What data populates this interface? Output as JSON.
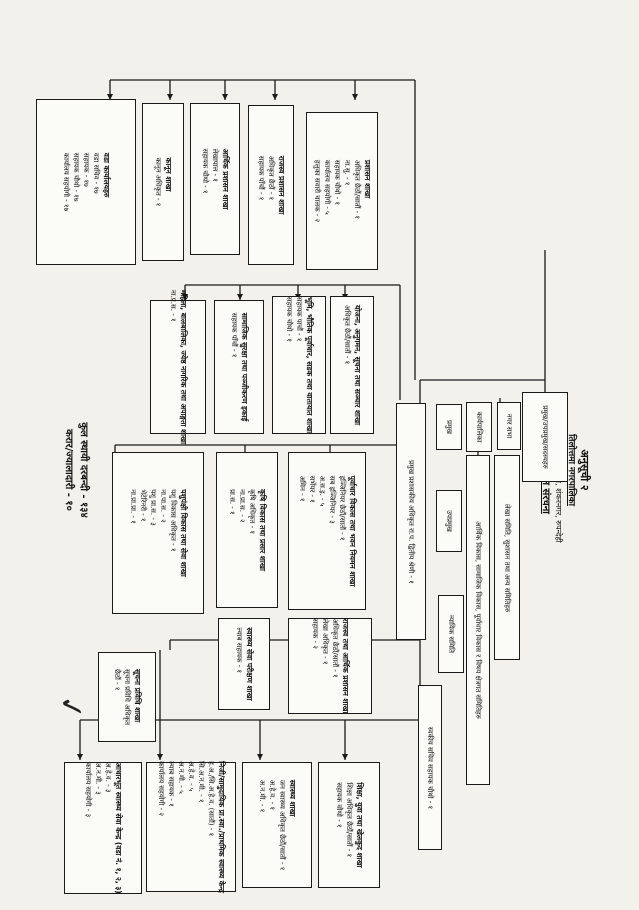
{
  "header": {
    "annex": "अनुसूची २",
    "municipality": "तिलोत्तमा नगरपालिका",
    "office": "नगर कार्यपालिकाको कार्यालय, शंकरनगर, रुपन्देही",
    "org_structure": "प्रस्तावित संगठन संरचना"
  },
  "top": {
    "mayor": "प्रमुख/उपप्रमुख/सदस्यहरु",
    "council": "नगर सभा",
    "executive": "कार्यपालिका",
    "chief": "प्रमुख",
    "deputy": "उपप्रमुख",
    "cao": "प्रमुख प्रशासकीय अधिकृत रा.प. द्वितीय श्रेणी - १",
    "committees": "लेखा समिति, सुशासन तथा अन्य समितिहरु",
    "econ": "आर्थिक विकास, सामाजिक विकास, पूर्वाधार विकास र विषय क्षेत्रगत समितिहरु",
    "judicial": "न्यायिक समिति",
    "secretariat": "स्वकीय सचिव सहायक चौथो - १"
  },
  "branches": [
    {
      "title": "योजना, अनुगमन, सूचना तथा सञ्चार शाखा",
      "lines": [
        "अधिकृत छैठौं/सातौं - १"
      ]
    },
    {
      "title": "भूमि, भौतिक पूर्वाधार, सडक तथा यातायात शाखा",
      "lines": [
        "सहायक पाचौं - १",
        "सहायक चौथो - १"
      ]
    },
    {
      "title": "सामाजिक सुरक्षा तथा पञ्जीकरण इकाई",
      "lines": [
        "सहायक पाँचौं - १"
      ]
    },
    {
      "title": "महिला, बालबालिका, ज्येष्ठ नागरिक तथा अपाङ्गता शाखा",
      "lines": [
        "ना.प्र.स. - १"
      ]
    }
  ],
  "upper_sections": [
    {
      "title": "प्रशासन शाखा",
      "lines": [
        "अधिकृत छैठौं/सातौं - १",
        "ना.सु. - १",
        "सहायक चौथो - १",
        "कार्यालय सहयोगी - ५",
        "हलुका सवारी चालक - २"
      ]
    },
    {
      "title": "राजस्व प्रशासन शाखा",
      "lines": [
        "अधिकृत छैठौं - १",
        "सहायक पाँचौं - १"
      ]
    },
    {
      "title": "आर्थिक प्रशासन शाखा",
      "lines": [
        "लेखापाल - १",
        "सहायक चौथो - १"
      ]
    },
    {
      "title": "कानून शाखा",
      "lines": [
        "कानून अधिकृत - १"
      ]
    },
    {
      "title": "वडा कार्यालयहरु",
      "lines": [
        "वडा सचिव - १७",
        "सहायक - १७",
        "सहायक चौथो - १७",
        "कार्यालय सहयोगी - १७"
      ]
    }
  ],
  "sections": [
    {
      "title": "पूर्वाधार विकास तथा भवन नियमन शाखा",
      "lines": [
        "इञ्जिनियर छैठौं/सातौं - १",
        "सब इञ्जिनियर - ३",
        "अ.स.इ. - ५",
        "सर्भेयर - १",
        "अमिन - १"
      ]
    },
    {
      "title": "कृषि विकास तथा प्रसार शाखा",
      "lines": [
        "कृषि अधिकृत - १",
        "ना.प्रा.स. - २",
        "प्रा.स. - १"
      ]
    },
    {
      "title": "पशुपंक्षी विकास तथा सेवा शाखा",
      "lines": [
        "पशु विकास अधिकृत - १",
        "ना.पा.स. - २",
        "पशु प्रा.स. - ३",
        "भेटेरिनरी - १",
        "ना.प्रा.प्रा. - १"
      ]
    },
    {
      "title": "राजस्व तथा आर्थिक प्रशासन शाखा",
      "lines": [
        "अधिकृत छैठौं/सातौं - १",
        "लेखा अधिकृत - १",
        "सहायक - २"
      ]
    },
    {
      "title": "स्वास्थ्य सेवा परीक्षण शाखा",
      "lines": [
        "ल्याब सहायक - १"
      ]
    },
    {
      "title": "सूचना प्रविधि शाखा",
      "lines": [
        "सूचना प्रविधि अधिकृत",
        "छैठौं - १"
      ]
    }
  ],
  "bottom": [
    {
      "title": "शिक्षा, युवा तथा खेलकुद शाखा",
      "lines": [
        "शिक्षा अधिकृत छैठौं/सातौं - १",
        "सहायक चौथो - १"
      ]
    },
    {
      "title": "स्वास्थ्य शाखा",
      "lines": [
        "जन स्वास्थ्य अधिकृत छैठौं/सातौं - १",
        "अ.हे.व. - १",
        "अ.न.मी. - १"
      ]
    },
    {
      "title": "निजी/सामुदायिक प्रा.स्वा./प्राथमिक स्वास्थ्य केन्द्र",
      "lines": [
        "ह.अ./सि.अ.हे.व. (सातौं) - १",
        "सि.अ.न.मी. - १",
        "अ.हे.व. - ५",
        "अ.न.मी. - ५",
        "ल्याब सहायक - १",
        "कार्यालय सहयोगी - २"
      ]
    },
    {
      "title": "आधारभूत स्वास्थ्य सेवा केन्द्र (वडा नं. १, २, ३)",
      "lines": [
        "अ.हे.व. - ३",
        "अ.न.मी. - ३",
        "कार्यालय सहयोगी - ३"
      ]
    }
  ],
  "totals": {
    "line1": "कुल स्थायी दरबन्दी - १३४",
    "line2": "करार/ज्यालादारी - १०"
  }
}
